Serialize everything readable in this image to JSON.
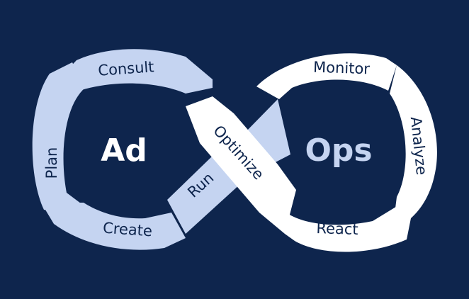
{
  "colors": {
    "background": "#0e254d",
    "left_loop": "#c5d4f1",
    "right_loop": "#ffffff",
    "text_dark": "#0e254d",
    "hub_left_text": "#ffffff",
    "hub_right_text": "#c5d4f1"
  },
  "hubs": {
    "left": "Ad",
    "right": "Ops"
  },
  "steps": {
    "consult": "Consult",
    "plan": "Plan",
    "create": "Create",
    "run": "Run",
    "optimize": "Optimize",
    "monitor": "Monitor",
    "analyze": "Analyze",
    "react": "React"
  }
}
